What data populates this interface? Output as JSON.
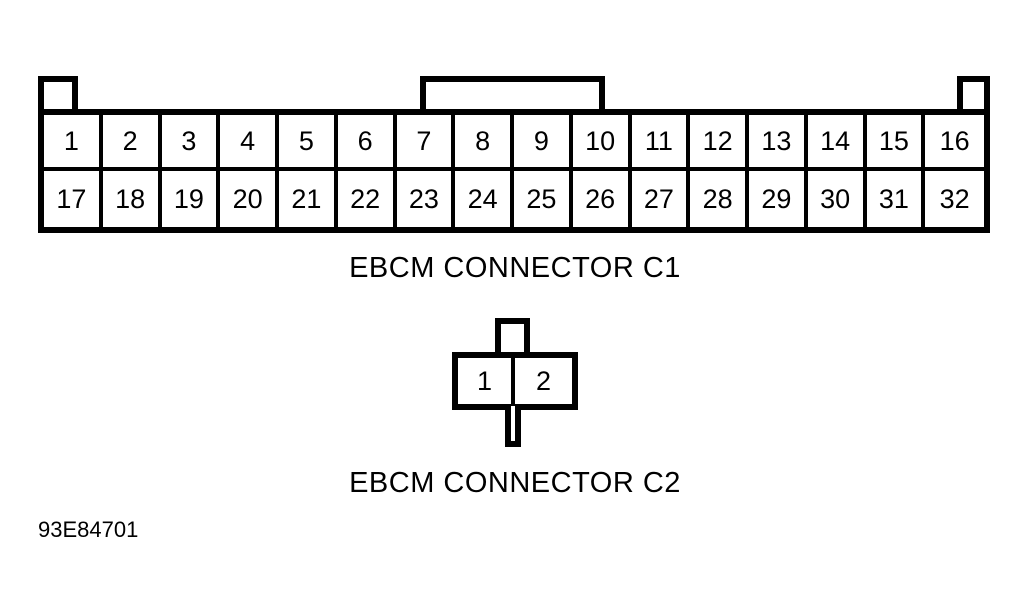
{
  "diagram": {
    "reference_code": "93E84701",
    "connectors": [
      {
        "id": "C1",
        "caption": "EBCM CONNECTOR C1",
        "pin_count": 32,
        "rows": 2,
        "columns": 16,
        "top_row_pins": [
          "1",
          "2",
          "3",
          "4",
          "5",
          "6",
          "7",
          "8",
          "9",
          "10",
          "11",
          "12",
          "13",
          "14",
          "15",
          "16"
        ],
        "bottom_row_pins": [
          "17",
          "18",
          "19",
          "20",
          "21",
          "22",
          "23",
          "24",
          "25",
          "26",
          "27",
          "28",
          "29",
          "30",
          "31",
          "32"
        ],
        "tabs": [
          "left-mounting-tab",
          "center-latch-tab",
          "right-mounting-tab"
        ]
      },
      {
        "id": "C2",
        "caption": "EBCM CONNECTOR C2",
        "pin_count": 2,
        "rows": 1,
        "columns": 2,
        "pins": [
          "1",
          "2"
        ],
        "tabs": [
          "top-latch-tab",
          "bottom-keying-stem"
        ]
      }
    ],
    "colors": {
      "line": "#000000",
      "background": "#ffffff"
    }
  }
}
